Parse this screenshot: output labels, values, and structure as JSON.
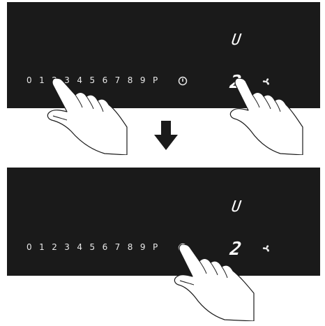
{
  "top_panel": {
    "scale": [
      "0",
      "1",
      "2",
      "3",
      "4",
      "5",
      "6",
      "7",
      "8",
      "9",
      "P"
    ],
    "display_upper": "U",
    "display_level": "2"
  },
  "bottom_panel": {
    "scale": [
      "0",
      "1",
      "2",
      "3",
      "4",
      "5",
      "6",
      "7",
      "8",
      "9",
      "P"
    ],
    "display_upper": "U",
    "display_level": "2"
  },
  "icons": {
    "power": "power-icon",
    "fan": "fan-icon",
    "arrow": "arrow-down-icon",
    "hand": "pointing-hand"
  },
  "colors": {
    "panel": "#1a1a1a",
    "text": "#e8e8e8",
    "arrow": "#1a1a1a"
  }
}
